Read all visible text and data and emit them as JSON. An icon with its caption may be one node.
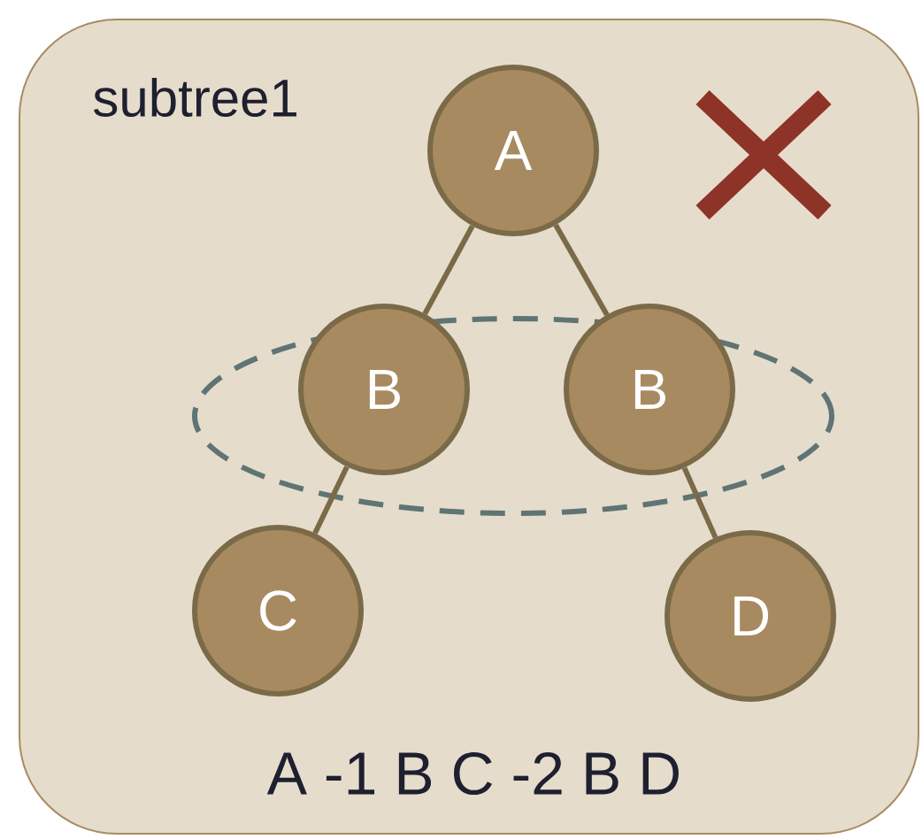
{
  "diagram": {
    "nodes": [
      {
        "text": [
          "subtree1",
          "A -1 B C -2 B D"
        ]
      },
      {
        "text": [
          "A"
        ],
        "in": 0
      },
      {
        "text": [
          "B"
        ],
        "in": 0
      },
      {
        "text": [
          "B"
        ],
        "in": 0
      },
      {
        "text": [
          "C"
        ],
        "in": 0
      },
      {
        "text": [
          "D"
        ],
        "in": 0
      }
    ],
    "edges": [
      {
        "from": 1,
        "to": 2,
        "arrow": "none"
      },
      {
        "from": 1,
        "to": 3,
        "arrow": "none"
      },
      {
        "from": 2,
        "to": 4,
        "arrow": "none"
      },
      {
        "from": 3,
        "to": 5,
        "arrow": "none"
      }
    ]
  }
}
